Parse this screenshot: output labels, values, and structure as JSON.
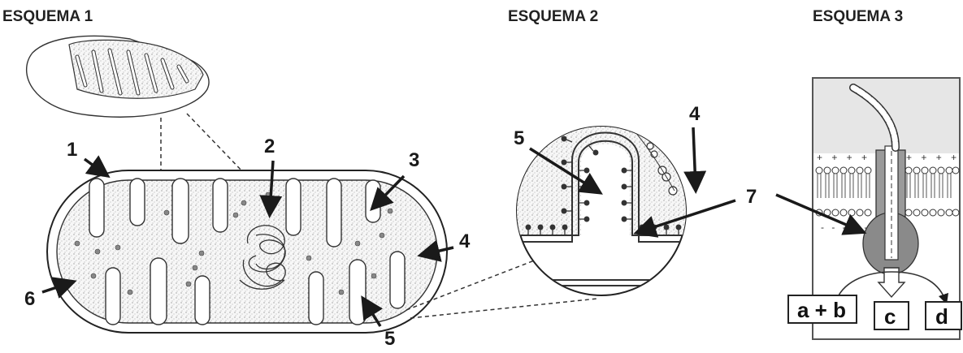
{
  "titles": {
    "scheme1": "ESQUEMA 1",
    "scheme2": "ESQUEMA 2",
    "scheme3": "ESQUEMA 3"
  },
  "scheme1_labels": {
    "l1": "1",
    "l2": "2",
    "l3": "3",
    "l4": "4",
    "l5": "5",
    "l6": "6"
  },
  "scheme2_labels": {
    "l4": "4",
    "l5": "5",
    "l7": "7"
  },
  "scheme3_labels": {
    "ab": "a + b",
    "c": "c",
    "d": "d",
    "plus_signs": "+ + + + + + + + + +",
    "minus_signs": "-  -  -  -  -  -  -  -"
  },
  "colors": {
    "ink": "#1a1a1a",
    "matrix_fill": "#f4f4f4",
    "membrane_bg": "#e6e6e6",
    "protein": "#8a8a8a"
  }
}
